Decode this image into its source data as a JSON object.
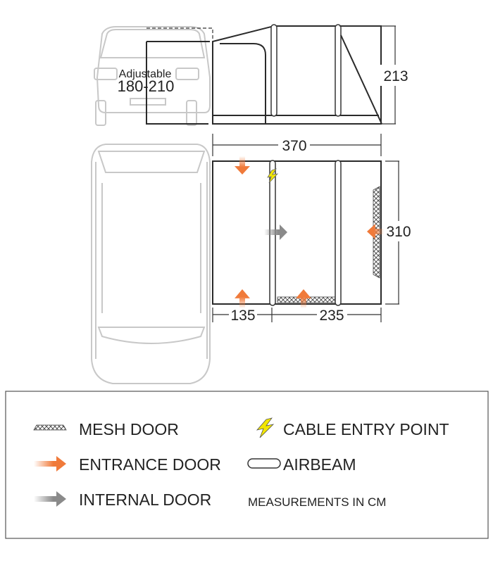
{
  "diagram": {
    "adjustable_label": "Adjustable",
    "adjustable_range": "180-210",
    "height": "213",
    "length": "370",
    "width": "310",
    "section_1": "135",
    "section_2": "235"
  },
  "legend": {
    "mesh_door": "MESH DOOR",
    "cable_entry": "CABLE ENTRY POINT",
    "entrance_door": "ENTRANCE DOOR",
    "airbeam": "AIRBEAM",
    "internal_door": "INTERNAL DOOR",
    "measurements": "MEASUREMENTS IN CM"
  },
  "colors": {
    "entrance": "#f07a3a",
    "internal": "#8a8a8a",
    "cable": "#f2e600",
    "line": "#2a2a2a",
    "car": "#c8c8c8"
  }
}
